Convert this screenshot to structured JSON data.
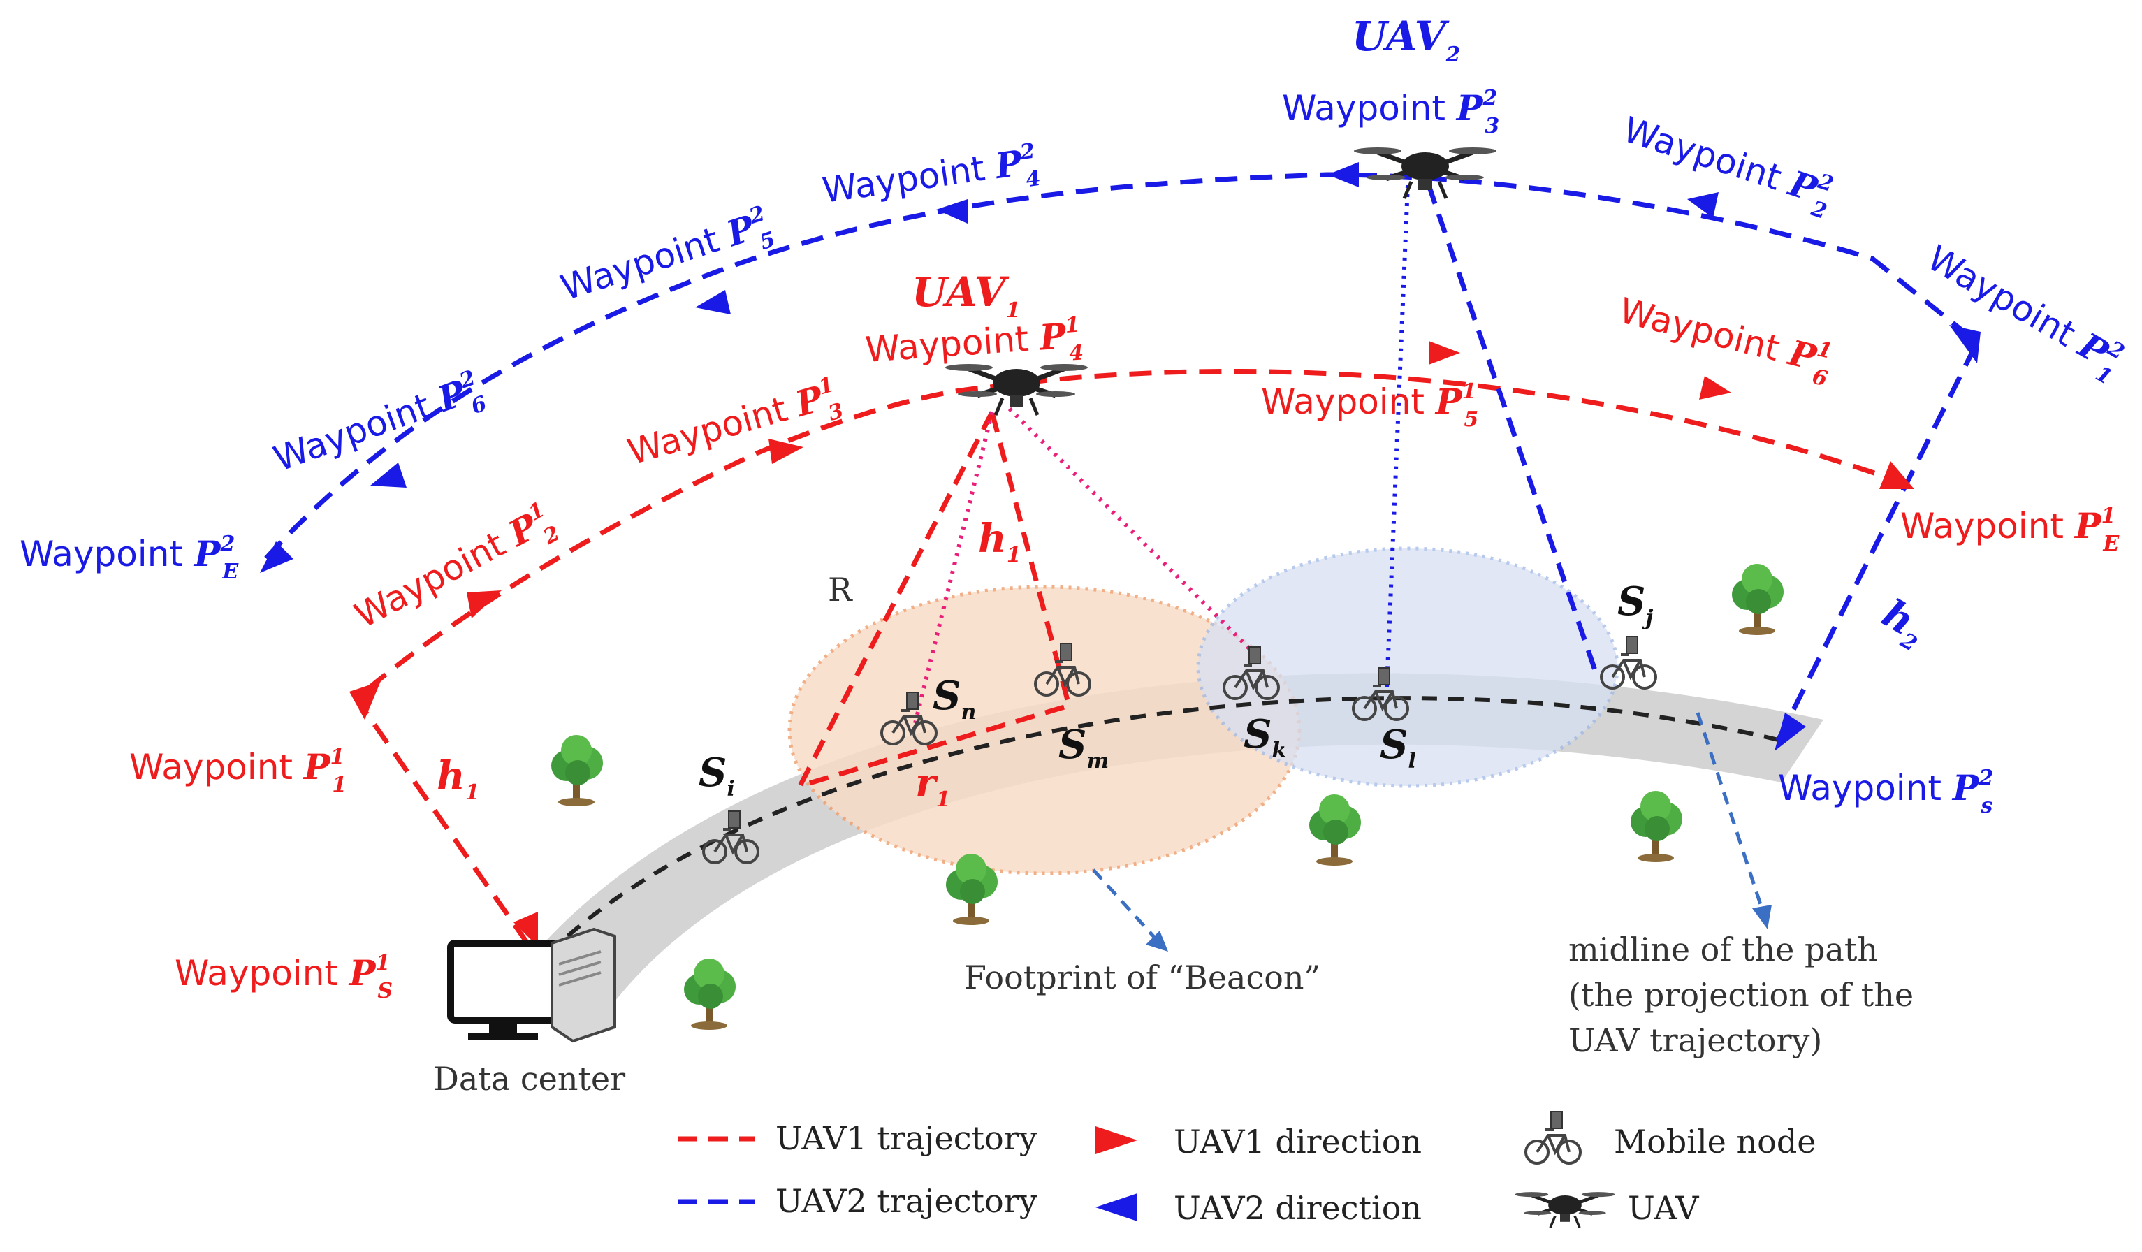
{
  "uav2_title": "UAV",
  "uav2_title_sub": "2",
  "uav1_title": "UAV",
  "uav1_title_sub": "1",
  "waypoint_word": "Waypoint",
  "waypoints_uav2": [
    {
      "sup": "2",
      "sub": "3"
    },
    {
      "sup": "2",
      "sub": "2"
    },
    {
      "sup": "2",
      "sub": "1"
    },
    {
      "sup": "2",
      "sub": "4"
    },
    {
      "sup": "2",
      "sub": "5"
    },
    {
      "sup": "2",
      "sub": "6"
    },
    {
      "sup": "2",
      "sub": "E"
    },
    {
      "sup": "2",
      "sub": "s"
    }
  ],
  "waypoints_uav1": [
    {
      "sup": "1",
      "sub": "4"
    },
    {
      "sup": "1",
      "sub": "3"
    },
    {
      "sup": "1",
      "sub": "2"
    },
    {
      "sup": "1",
      "sub": "1"
    },
    {
      "sup": "1",
      "sub": "S"
    },
    {
      "sup": "1",
      "sub": "5"
    },
    {
      "sup": "1",
      "sub": "6"
    },
    {
      "sup": "1",
      "sub": "E"
    }
  ],
  "point_letter": "P",
  "h1": {
    "main": "h",
    "sub": "1"
  },
  "h2": {
    "main": "h",
    "sub": "2"
  },
  "r1": {
    "main": "r",
    "sub": "1"
  },
  "R": "R",
  "nodes": {
    "si": {
      "main": "S",
      "sub": "i"
    },
    "sn": {
      "main": "S",
      "sub": "n"
    },
    "sm": {
      "main": "S",
      "sub": "m"
    },
    "sk": {
      "main": "S",
      "sub": "k"
    },
    "sl": {
      "main": "S",
      "sub": "l"
    },
    "sj": {
      "main": "S",
      "sub": "j"
    }
  },
  "data_center": "Data center",
  "footprint": "Footprint of “Beacon”",
  "midline": [
    "midline of the path",
    "(the projection of the",
    "UAV trajectory)"
  ],
  "legend": {
    "uav1_traj": "UAV1 trajectory",
    "uav2_traj": "UAV2 trajectory",
    "uav1_dir": "UAV1 direction",
    "uav2_dir": "UAV2 direction",
    "mobile": "Mobile node",
    "uav": "UAV"
  },
  "colors": {
    "uav1": "#ee1c1c",
    "uav2": "#1a1ae6",
    "road": "#cfcfcf",
    "beacon1": "#f8dcc8",
    "beacon2": "#d7e0f2"
  }
}
